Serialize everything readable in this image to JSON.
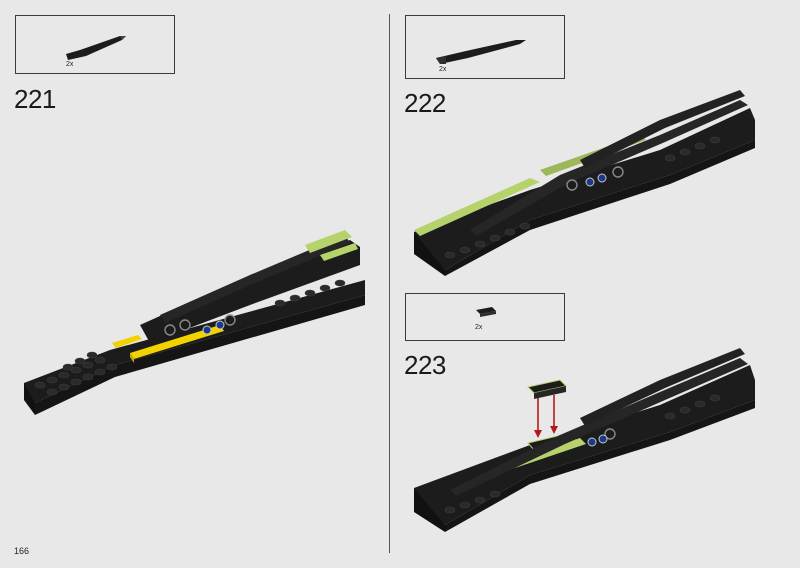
{
  "page": {
    "number": "166"
  },
  "steps": [
    {
      "number": "221",
      "parts": [
        {
          "qty": "2x",
          "icon": "black-curved-slope-long"
        }
      ]
    },
    {
      "number": "222",
      "parts": [
        {
          "qty": "2x",
          "icon": "black-curved-slope-long"
        }
      ]
    },
    {
      "number": "223",
      "parts": [
        {
          "qty": "2x",
          "icon": "black-tile-1x2"
        }
      ]
    }
  ],
  "colors": {
    "background": "#e8e8e8",
    "brick_black": "#1c1c1c",
    "accent_yellow": "#f2d200",
    "accent_lime": "#b6d26a",
    "arrow_red": "#b31b1b",
    "pin_blue": "#1a3a8a"
  }
}
